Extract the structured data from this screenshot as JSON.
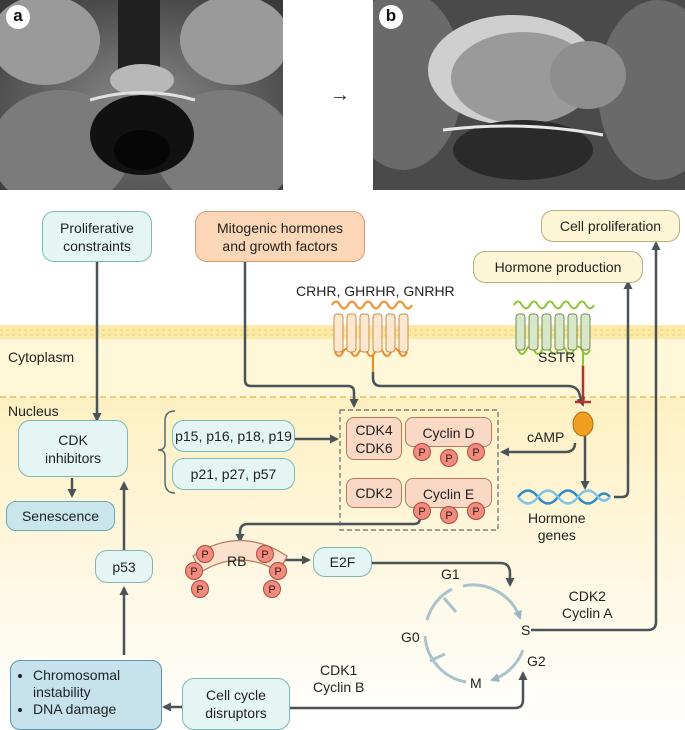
{
  "panels": {
    "a_label": "a",
    "b_label": "b",
    "arrow": "→"
  },
  "membrane": {
    "cytoplasm": "Cytoplasm",
    "nucleus": "Nucleus"
  },
  "boxes": {
    "proliferative_constraints": "Proliferative\nconstraints",
    "mitogenic": "Mitogenic hormones\nand growth factors",
    "cell_proliferation": "Cell proliferation",
    "hormone_production": "Hormone production",
    "cdk_inhibitors": "CDK\ninhibitors",
    "inhibitors_group1": "p15, p16, p18, p19",
    "inhibitors_group2": "p21, p27, p57",
    "senescence": "Senescence",
    "p53": "p53",
    "chromosomal": "Chromosomal\ninstability",
    "dna_damage": "DNA damage",
    "cell_cycle_disruptors": "Cell cycle\ndisruptors",
    "cdk4_cdk6": "CDK4\nCDK6",
    "cyclin_d": "Cyclin D",
    "cdk2": "CDK2",
    "cyclin_e": "Cyclin E",
    "e2f": "E2F",
    "rb": "RB"
  },
  "labels": {
    "receptors": "CRHR, GHRHR, GNRHR",
    "sstr": "SSTR",
    "camp": "cAMP",
    "hormone_genes": "Hormone\ngenes",
    "g1": "G1",
    "g0": "G0",
    "s": "S",
    "g2": "G2",
    "m": "M",
    "cdk2_cyclin_a": "CDK2\nCyclin A",
    "cdk1_cyclin_b": "CDK1\nCyclin B",
    "phospho": "P"
  },
  "colors": {
    "teal_box": "#e5f5f4",
    "peach_box": "#fbd7b8",
    "yellow_box": "#fcf6d6",
    "nucleus_bg": "#fdf2c6",
    "phospho_circle": "#ef8c7d",
    "camp_dot": "#f0a020",
    "sstr_receptor": "#8cc43c",
    "gpcr_receptor": "#f08a24",
    "inhibit_bar": "#b8312f"
  }
}
